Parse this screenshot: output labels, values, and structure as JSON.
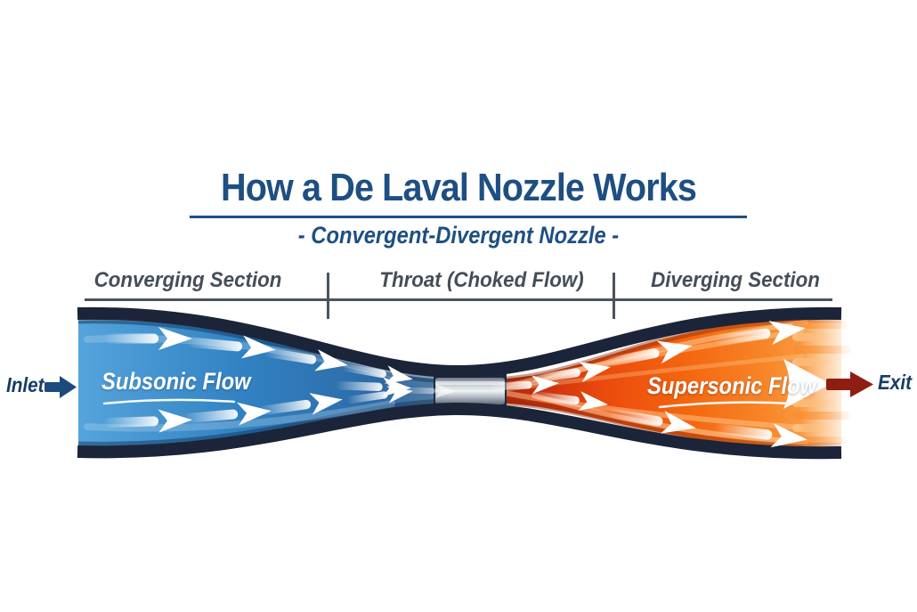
{
  "title": "How a De Laval Nozzle Works",
  "subtitle": "- Convergent-Divergent Nozzle -",
  "section_labels": {
    "converging": "Converging Section",
    "throat": "Throat (Choked Flow)",
    "diverging": "Diverging Section"
  },
  "flow_labels": {
    "subsonic": "Subsonic Flow",
    "supersonic": "Supersonic Flow"
  },
  "endpoints": {
    "inlet": "Inlet",
    "exit": "Exit"
  },
  "icons": {
    "inlet_arrow": "right-arrow",
    "exit_arrow": "right-arrow",
    "flow_arrows": "white-right-arrows"
  },
  "colors": {
    "title_blue": "#1e4f82",
    "section_label_gray": "#454e58",
    "wall_navy": "#1b2438",
    "ruler_gray": "#4b545d",
    "subsonic_blue": "#3181c2",
    "supersonic_orange": "#f1580e",
    "throat_gray": "#ccd3d9",
    "exit_arrow_red": "#8e1e12",
    "arrow_white": "#ffffff",
    "background": "#ffffff"
  }
}
